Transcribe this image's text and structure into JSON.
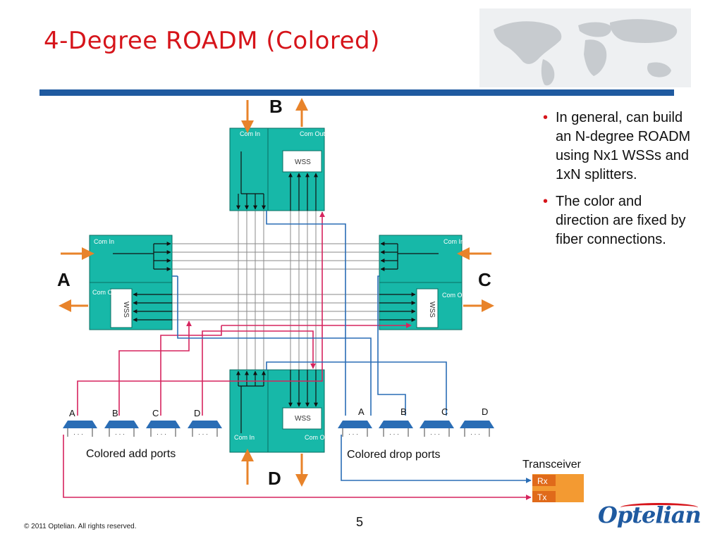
{
  "slide": {
    "title": "4-Degree ROADM (Colored)",
    "bullets": [
      "In general, can build an N-degree ROADM using Nx1 WSSs and 1xN splitters.",
      "The color and direction are fixed by fiber connections."
    ],
    "copyright": "© 2011 Optelian. All rights reserved.",
    "page_number": "5",
    "logo_text": "Optelian"
  },
  "diagram": {
    "degrees": {
      "b": "B",
      "a": "A",
      "c": "C",
      "d": "D"
    },
    "block_labels": {
      "com_in": "Com In",
      "com_out": "Com Out",
      "wss": "WSS"
    },
    "add_ports": {
      "caption": "Colored add ports",
      "labels": [
        "A",
        "B",
        "C",
        "D"
      ]
    },
    "drop_ports": {
      "caption": "Colored drop ports",
      "labels": [
        "A",
        "B",
        "C",
        "D"
      ]
    },
    "port_dots": "· · ·",
    "transceiver": {
      "title": "Transceiver",
      "rx": "Rx",
      "tx": "Tx"
    },
    "colors": {
      "block": "#17b8a8",
      "arrow_orange": "#e8832a",
      "fiber_blue": "#2a6db5",
      "fiber_pink": "#d6245e",
      "transceiver": "#f39a32",
      "title_red": "#d6141a",
      "title_bar": "#1f5aa0"
    }
  }
}
